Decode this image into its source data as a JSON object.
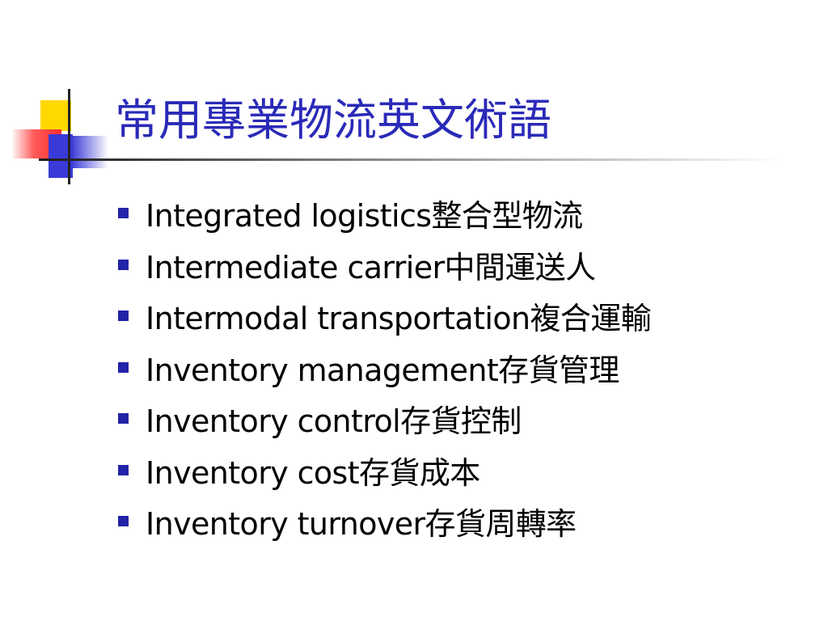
{
  "slide": {
    "title": "常用專業物流英文術語",
    "accent_color": "#2a2ab8",
    "bullet_color": "#2323a8",
    "items": [
      "Integrated logistics整合型物流",
      "Intermediate carrier中間運送人",
      "Intermodal transportation複合運輸",
      "Inventory management存貨管理",
      "Inventory control存貨控制",
      "Inventory cost存貨成本",
      "Inventory turnover存貨周轉率"
    ]
  }
}
